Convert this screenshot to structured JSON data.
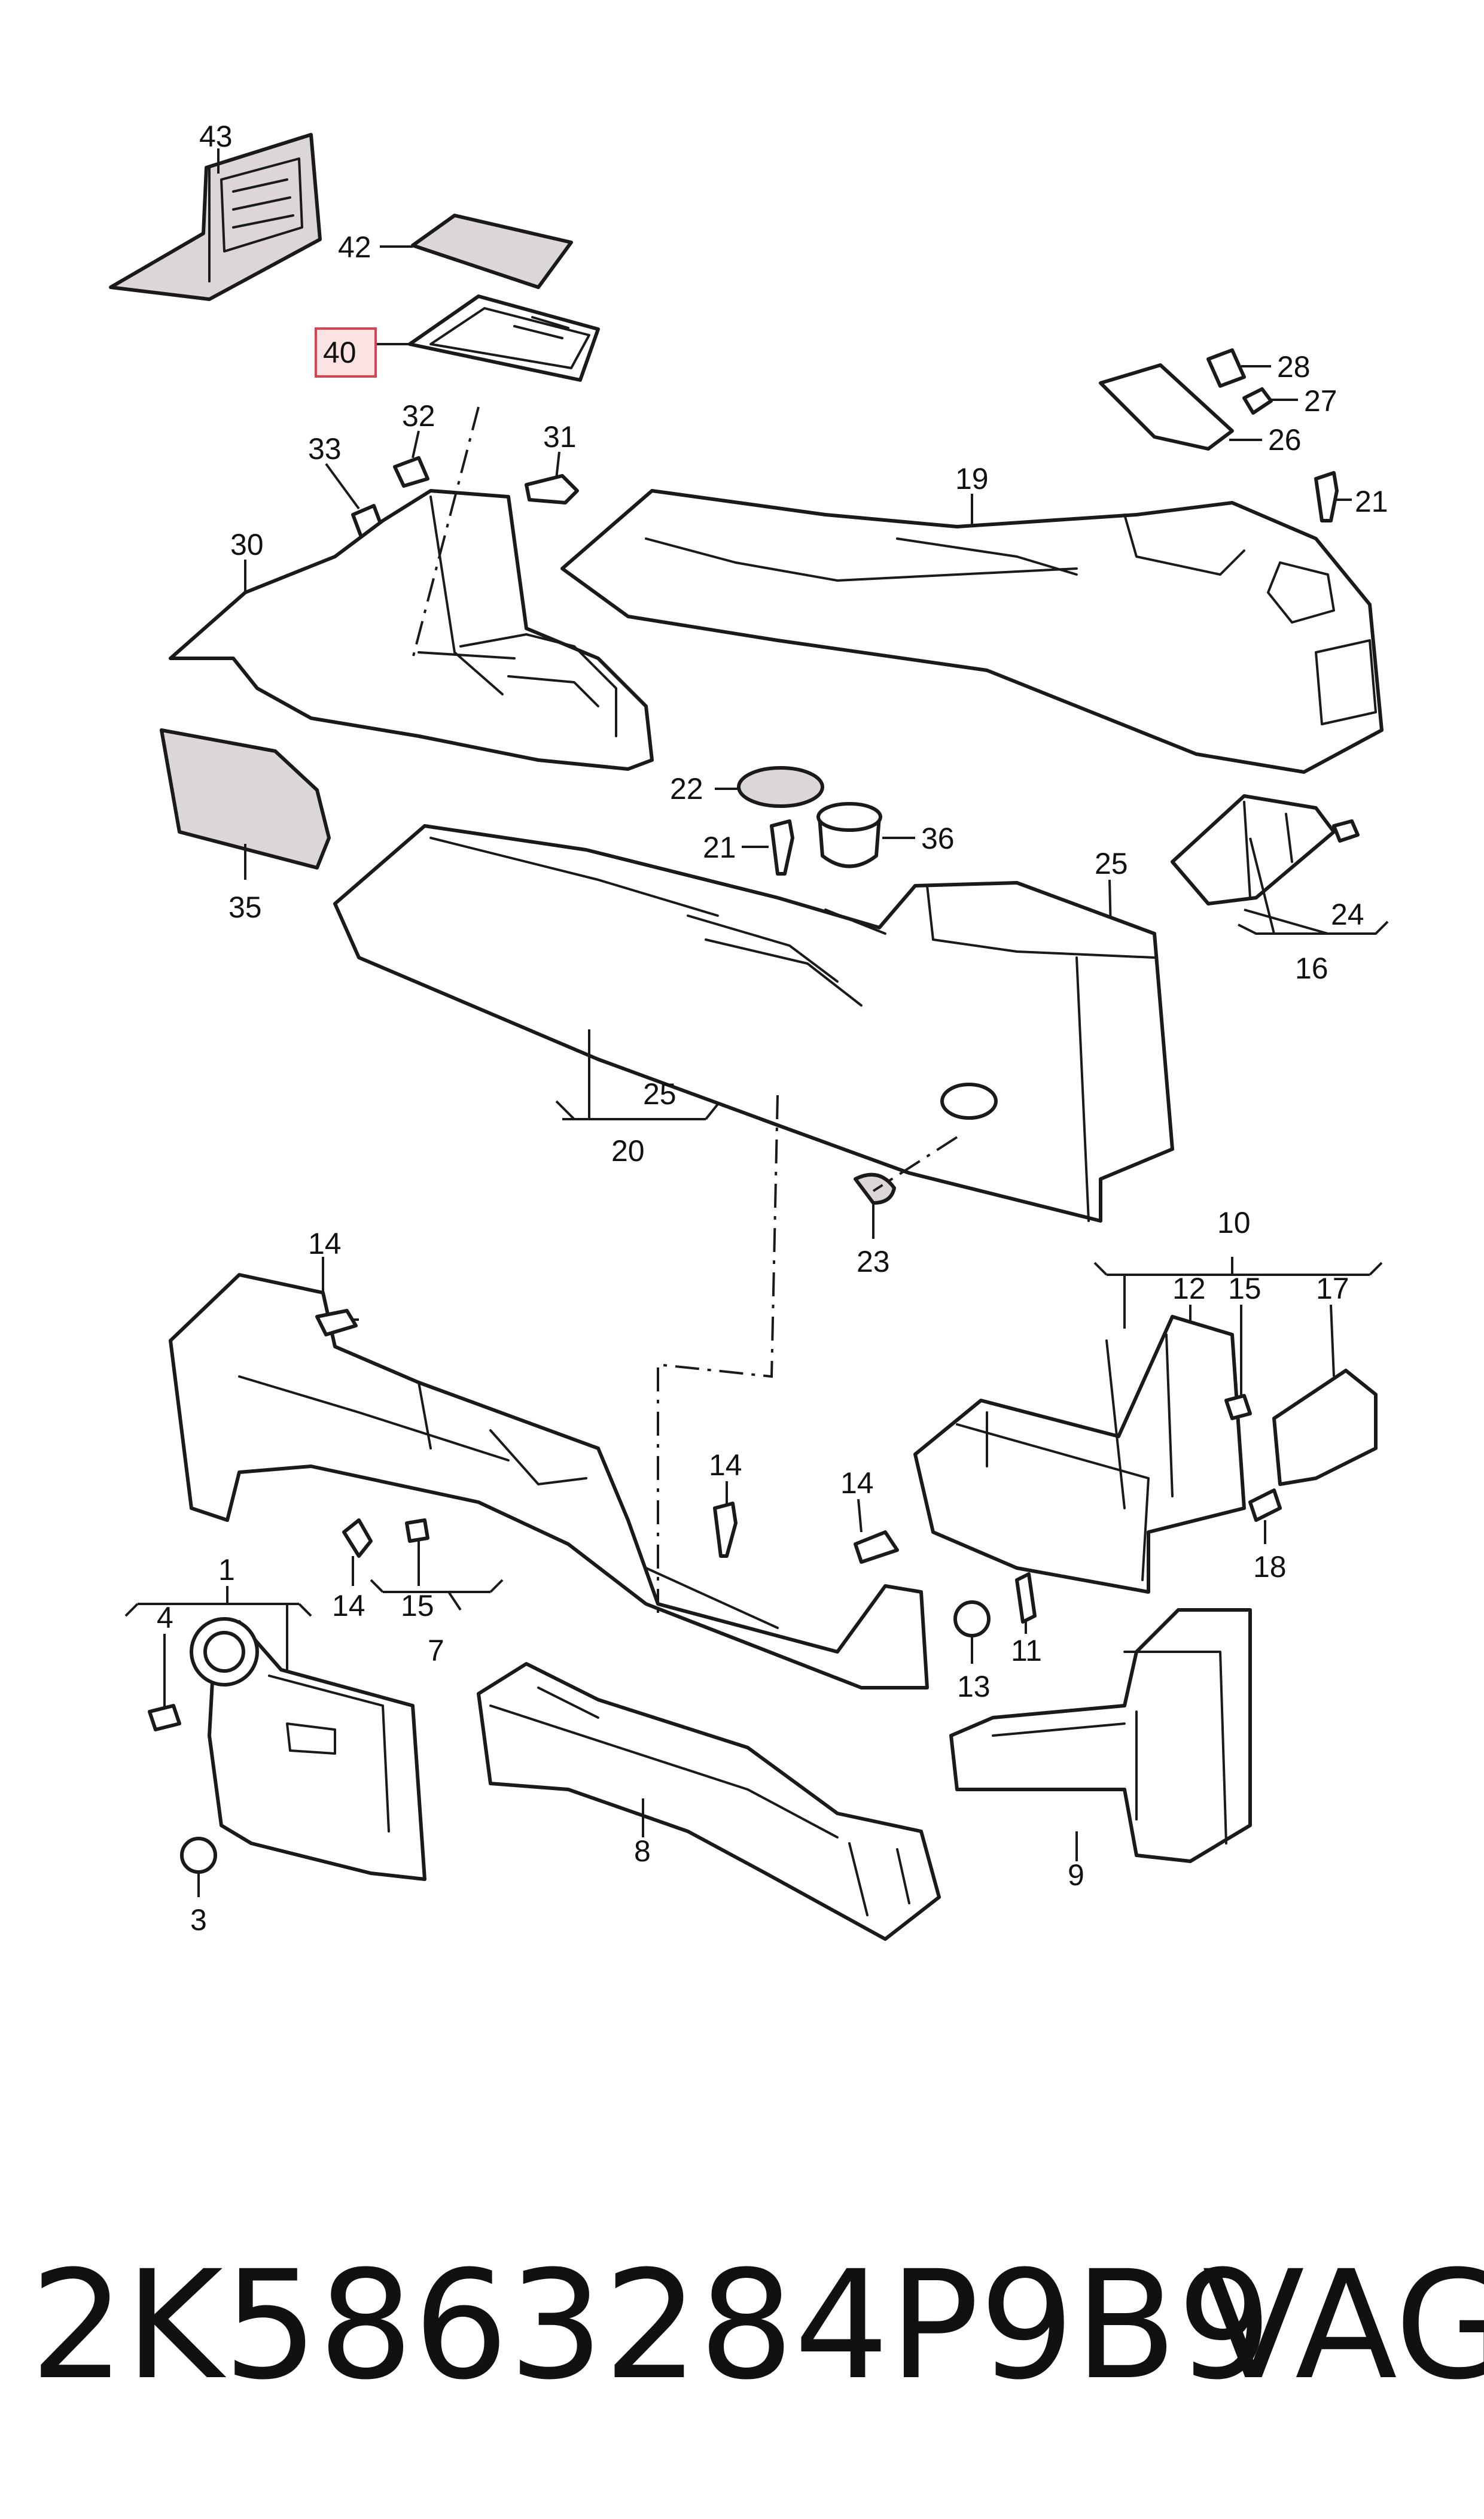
{
  "callouts": {
    "c1": "1",
    "c3": "3",
    "c4": "4",
    "c7": "7",
    "c8": "8",
    "c9": "9",
    "c10": "10",
    "c11": "11",
    "c12": "12",
    "c13": "13",
    "c14a": "14",
    "c14b": "14",
    "c14c": "14",
    "c14d": "14",
    "c15a": "15",
    "c15b": "15",
    "c16": "16",
    "c17": "17",
    "c18": "18",
    "c19": "19",
    "c20": "20",
    "c21a": "21",
    "c21b": "21",
    "c22": "22",
    "c23": "23",
    "c24": "24",
    "c25a": "25",
    "c25b": "25",
    "c26": "26",
    "c27": "27",
    "c28": "28",
    "c30": "30",
    "c31": "31",
    "c32": "32",
    "c33": "33",
    "c35": "35",
    "c36": "36",
    "c40": "40",
    "c42": "42",
    "c43": "43"
  },
  "highlighted_callout": "40",
  "colors": {
    "highlight_fill": "#fbe3e4",
    "highlight_stroke": "#d9434f",
    "line": "#1a1a1a",
    "part_shade": "#dcd6d6"
  },
  "footer": {
    "part_number": "2K5863284P9B9",
    "brand": "VAG"
  }
}
